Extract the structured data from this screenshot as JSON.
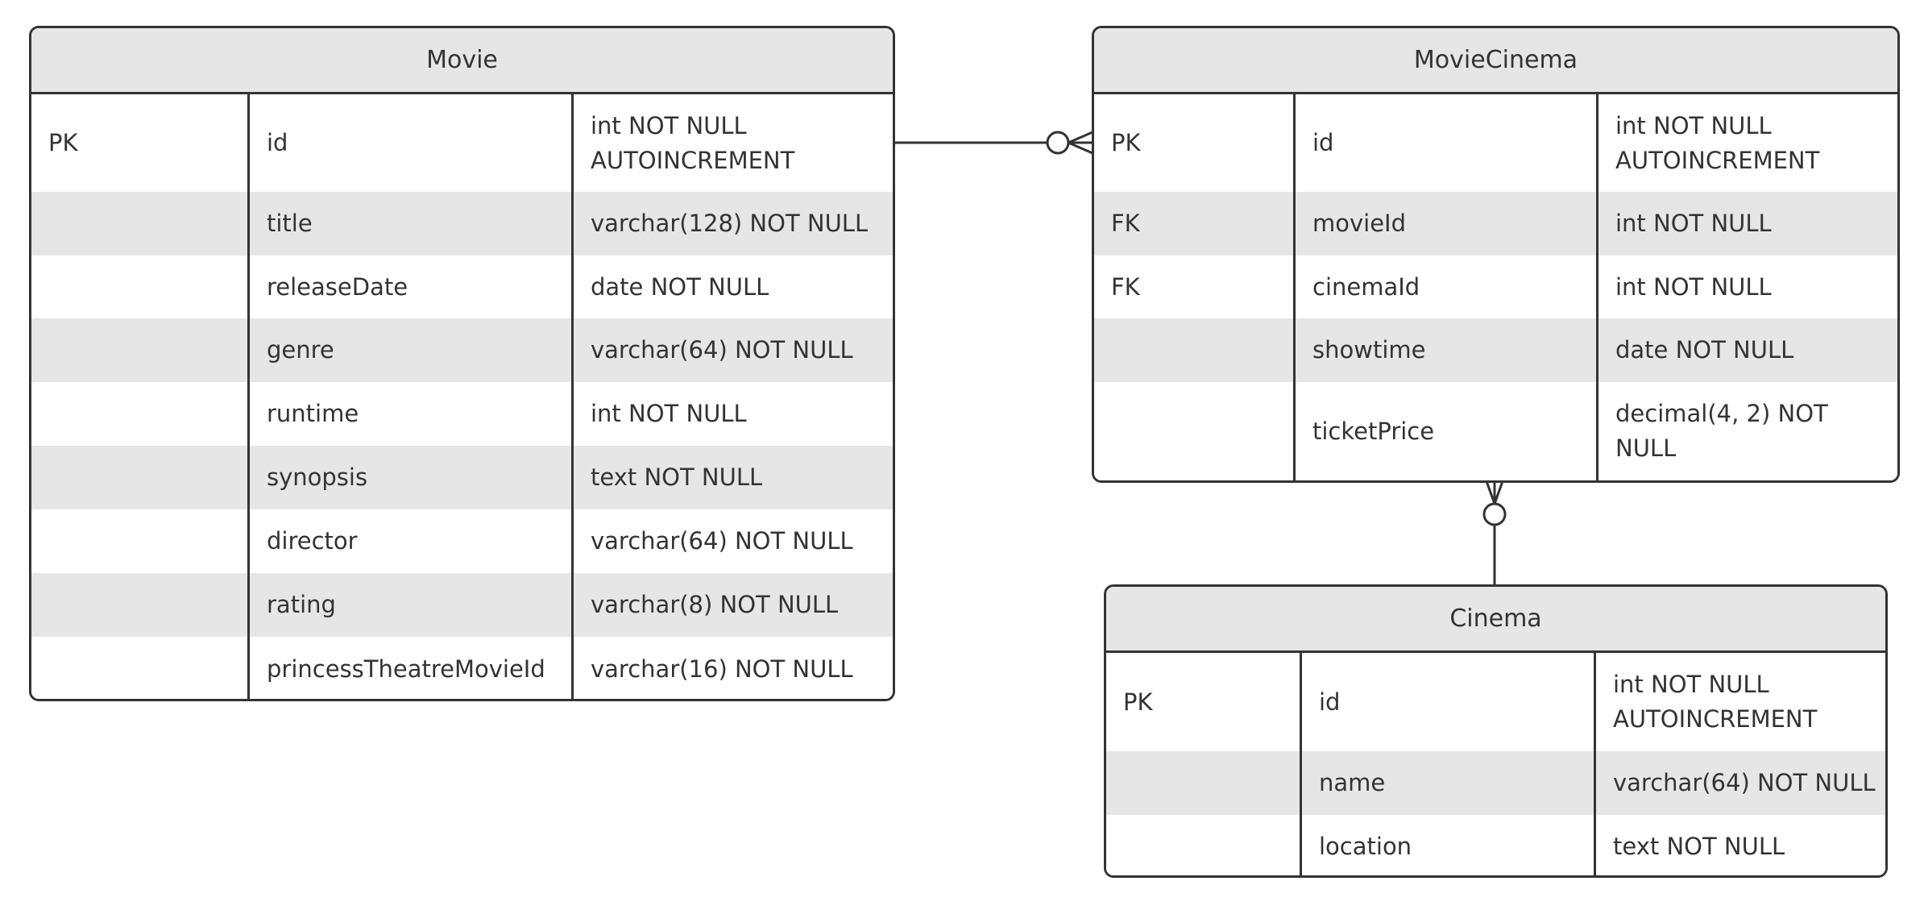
{
  "diagram": {
    "entities": [
      {
        "id": "movie",
        "name": "Movie",
        "rows": [
          {
            "key": "PK",
            "field": "id",
            "type": "int NOT NULL AUTOINCREMENT"
          },
          {
            "key": "",
            "field": "title",
            "type": "varchar(128) NOT NULL"
          },
          {
            "key": "",
            "field": "releaseDate",
            "type": "date NOT NULL"
          },
          {
            "key": "",
            "field": "genre",
            "type": "varchar(64) NOT NULL"
          },
          {
            "key": "",
            "field": "runtime",
            "type": "int NOT NULL"
          },
          {
            "key": "",
            "field": "synopsis",
            "type": "text NOT NULL"
          },
          {
            "key": "",
            "field": "director",
            "type": "varchar(64) NOT NULL"
          },
          {
            "key": "",
            "field": "rating",
            "type": "varchar(8) NOT NULL"
          },
          {
            "key": "",
            "field": "princessTheatreMovieId",
            "type": "varchar(16) NOT NULL"
          }
        ]
      },
      {
        "id": "moviecinema",
        "name": "MovieCinema",
        "rows": [
          {
            "key": "PK",
            "field": "id",
            "type": "int NOT NULL AUTOINCREMENT"
          },
          {
            "key": "FK",
            "field": "movieId",
            "type": "int NOT NULL"
          },
          {
            "key": "FK",
            "field": "cinemaId",
            "type": "int NOT NULL"
          },
          {
            "key": "",
            "field": "showtime",
            "type": "date NOT NULL"
          },
          {
            "key": "",
            "field": "ticketPrice",
            "type": "decimal(4, 2) NOT NULL"
          }
        ]
      },
      {
        "id": "cinema",
        "name": "Cinema",
        "rows": [
          {
            "key": "PK",
            "field": "id",
            "type": "int NOT NULL AUTOINCREMENT"
          },
          {
            "key": "",
            "field": "name",
            "type": "varchar(64) NOT NULL"
          },
          {
            "key": "",
            "field": "location",
            "type": "text NOT NULL"
          }
        ]
      }
    ],
    "relationships": [
      {
        "from": "Movie",
        "to": "MovieCinema",
        "from_cardinality": "one",
        "to_cardinality": "zero-or-many"
      },
      {
        "from": "Cinema",
        "to": "MovieCinema",
        "from_cardinality": "one",
        "to_cardinality": "zero-or-many"
      }
    ]
  }
}
